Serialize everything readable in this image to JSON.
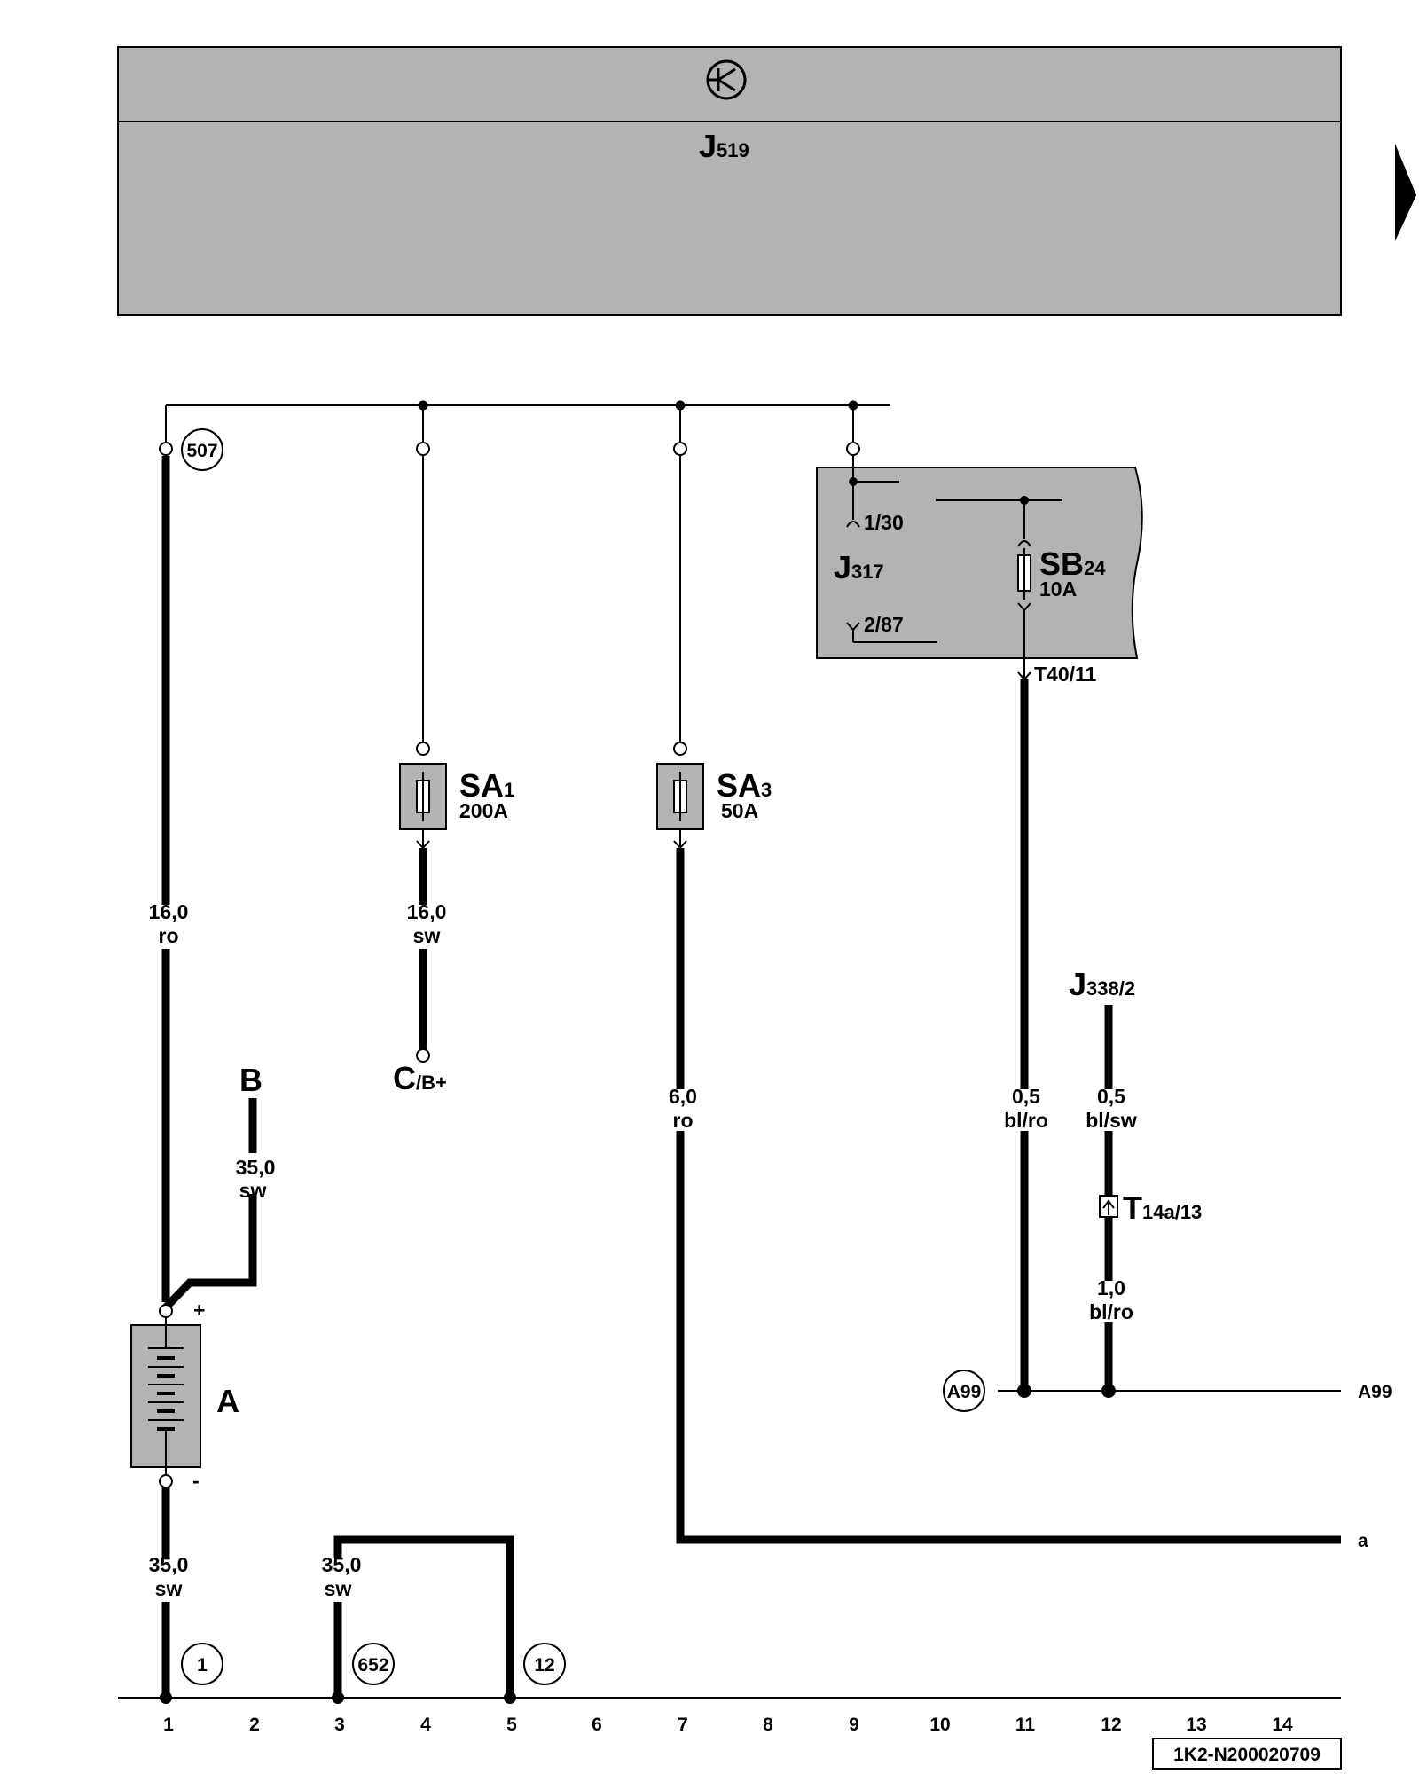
{
  "header": {
    "module_title": "J",
    "module_sub": "519"
  },
  "relay": {
    "title": "J",
    "sub": "317",
    "pin_in": "1/30",
    "pin_out": "2/87"
  },
  "fuses": {
    "sb24": {
      "title": "SB",
      "sub": "24",
      "rating": "10A"
    },
    "sa1": {
      "title": "SA",
      "sub": "1",
      "rating": "200A"
    },
    "sa3": {
      "title": "SA",
      "sub": "3",
      "rating": "50A"
    }
  },
  "connectors": {
    "t40": "T40/11",
    "t14_title": "T",
    "t14_sub": "14a/13"
  },
  "components": {
    "battery": "A",
    "starter_b": "B",
    "c_title": "C",
    "c_sub": "/B+",
    "j338_title": "J",
    "j338_sub": "338/2",
    "plus": "+",
    "minus": "-"
  },
  "wires": {
    "w507": {
      "size": "16,0",
      "color": "ro"
    },
    "wsa1": {
      "size": "16,0",
      "color": "sw"
    },
    "wb": {
      "size": "35,0",
      "color": "sw"
    },
    "wsa3": {
      "size": "6,0",
      "color": "ro"
    },
    "w11": {
      "size": "0,5",
      "color": "bl/ro"
    },
    "w12a": {
      "size": "0,5",
      "color": "bl/sw"
    },
    "w12b": {
      "size": "1,0",
      "color": "bl/ro"
    },
    "wg1": {
      "size": "35,0",
      "color": "sw"
    },
    "wg3": {
      "size": "35,0",
      "color": "sw"
    }
  },
  "ground_points": {
    "g507": "507",
    "g1": "1",
    "g652": "652",
    "g12": "12",
    "a99": "A99"
  },
  "outputs": {
    "a99": "A99",
    "a": "a"
  },
  "track_numbers": [
    "1",
    "2",
    "3",
    "4",
    "5",
    "6",
    "7",
    "8",
    "9",
    "10",
    "11",
    "12",
    "13",
    "14"
  ],
  "reference": "1K2-N200020709"
}
